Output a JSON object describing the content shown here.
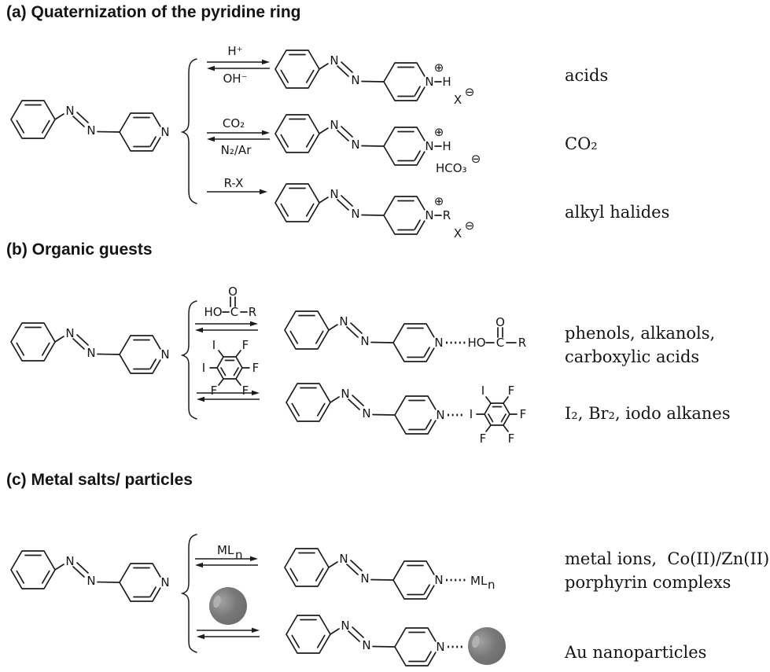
{
  "sections": {
    "a": {
      "title": "(a) Quaternization of the pyridine ring",
      "reagents": {
        "row1_top": "H⁺",
        "row1_bottom": "OH⁻",
        "row2_top": "CO₂",
        "row2_bottom": "N₂/Ar",
        "row3": "R-X"
      },
      "labels": {
        "row1": "acids",
        "row2": "CO₂",
        "row3": "alkyl halides"
      }
    },
    "b": {
      "title": "(b) Organic guests",
      "labels": {
        "row1_line1": "phenols, alkanols,",
        "row1_line2": "carboxylic acids",
        "row2": "I₂, Br₂, iodo alkanes"
      }
    },
    "c": {
      "title": "(c) Metal salts/ particles",
      "labels": {
        "row1_line1": "metal ions,  Co(II)/Zn(II)",
        "row1_line2": "porphyrin complexs",
        "row2": "Au nanoparticles"
      }
    }
  },
  "atoms": {
    "N": "N",
    "H": "H",
    "X": "X",
    "O": "O",
    "C": "C",
    "R": "R",
    "F": "F",
    "I": "I",
    "HO": "HO",
    "ML": "ML",
    "n": "n",
    "HCO3": "HCO₃"
  },
  "charges": {
    "plus": "⊕",
    "minus": "⊖"
  }
}
